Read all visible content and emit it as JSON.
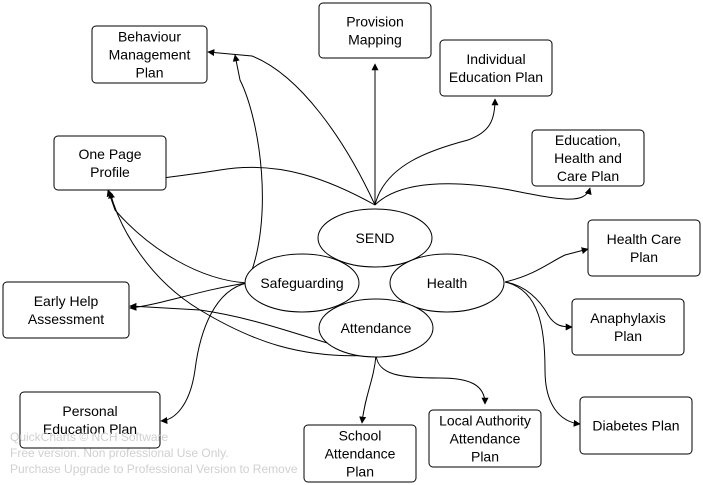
{
  "diagram": {
    "nodes": [
      {
        "id": "send",
        "shape": "ellipse",
        "lines": [
          "SEND"
        ]
      },
      {
        "id": "safeguarding",
        "shape": "ellipse",
        "lines": [
          "Safeguarding"
        ]
      },
      {
        "id": "health",
        "shape": "ellipse",
        "lines": [
          "Health"
        ]
      },
      {
        "id": "attendance",
        "shape": "ellipse",
        "lines": [
          "Attendance"
        ]
      },
      {
        "id": "behaviour",
        "shape": "box",
        "lines": [
          "Behaviour",
          "Management",
          "Plan"
        ]
      },
      {
        "id": "provision",
        "shape": "box",
        "lines": [
          "Provision",
          "Mapping"
        ]
      },
      {
        "id": "iep",
        "shape": "box",
        "lines": [
          "Individual",
          "Education Plan"
        ]
      },
      {
        "id": "onepage",
        "shape": "box",
        "lines": [
          "One Page",
          "Profile"
        ]
      },
      {
        "id": "ehcp",
        "shape": "box",
        "lines": [
          "Education,",
          "Health and",
          "Care Plan"
        ]
      },
      {
        "id": "healthcare",
        "shape": "box",
        "lines": [
          "Health Care",
          "Plan"
        ]
      },
      {
        "id": "earlyhelp",
        "shape": "box",
        "lines": [
          "Early Help",
          "Assessment"
        ]
      },
      {
        "id": "anaphylaxis",
        "shape": "box",
        "lines": [
          "Anaphylaxis",
          "Plan"
        ]
      },
      {
        "id": "pep",
        "shape": "box",
        "lines": [
          "Personal",
          "Education Plan"
        ]
      },
      {
        "id": "school",
        "shape": "box",
        "lines": [
          "School",
          "Attendance",
          "Plan"
        ]
      },
      {
        "id": "la",
        "shape": "box",
        "lines": [
          "Local Authority",
          "Attendance",
          "Plan"
        ]
      },
      {
        "id": "diabetes",
        "shape": "box",
        "lines": [
          "Diabetes Plan"
        ]
      }
    ],
    "edges": [
      {
        "from": "send",
        "to": "behaviour"
      },
      {
        "from": "send",
        "to": "provision"
      },
      {
        "from": "send",
        "to": "iep"
      },
      {
        "from": "send",
        "to": "onepage"
      },
      {
        "from": "send",
        "to": "ehcp"
      },
      {
        "from": "safeguarding",
        "to": "behaviour"
      },
      {
        "from": "safeguarding",
        "to": "onepage"
      },
      {
        "from": "safeguarding",
        "to": "earlyhelp"
      },
      {
        "from": "safeguarding",
        "to": "pep"
      },
      {
        "from": "health",
        "to": "healthcare"
      },
      {
        "from": "health",
        "to": "anaphylaxis"
      },
      {
        "from": "health",
        "to": "diabetes"
      },
      {
        "from": "attendance",
        "to": "school"
      },
      {
        "from": "attendance",
        "to": "la"
      },
      {
        "from": "attendance",
        "to": "onepage"
      },
      {
        "from": "attendance",
        "to": "earlyhelp"
      }
    ]
  },
  "watermark": {
    "lines": [
      "QuickCharts © NCH Software",
      "Free version. Non professional Use Only.",
      "Purchase Upgrade to Professional Version to Remove"
    ]
  }
}
